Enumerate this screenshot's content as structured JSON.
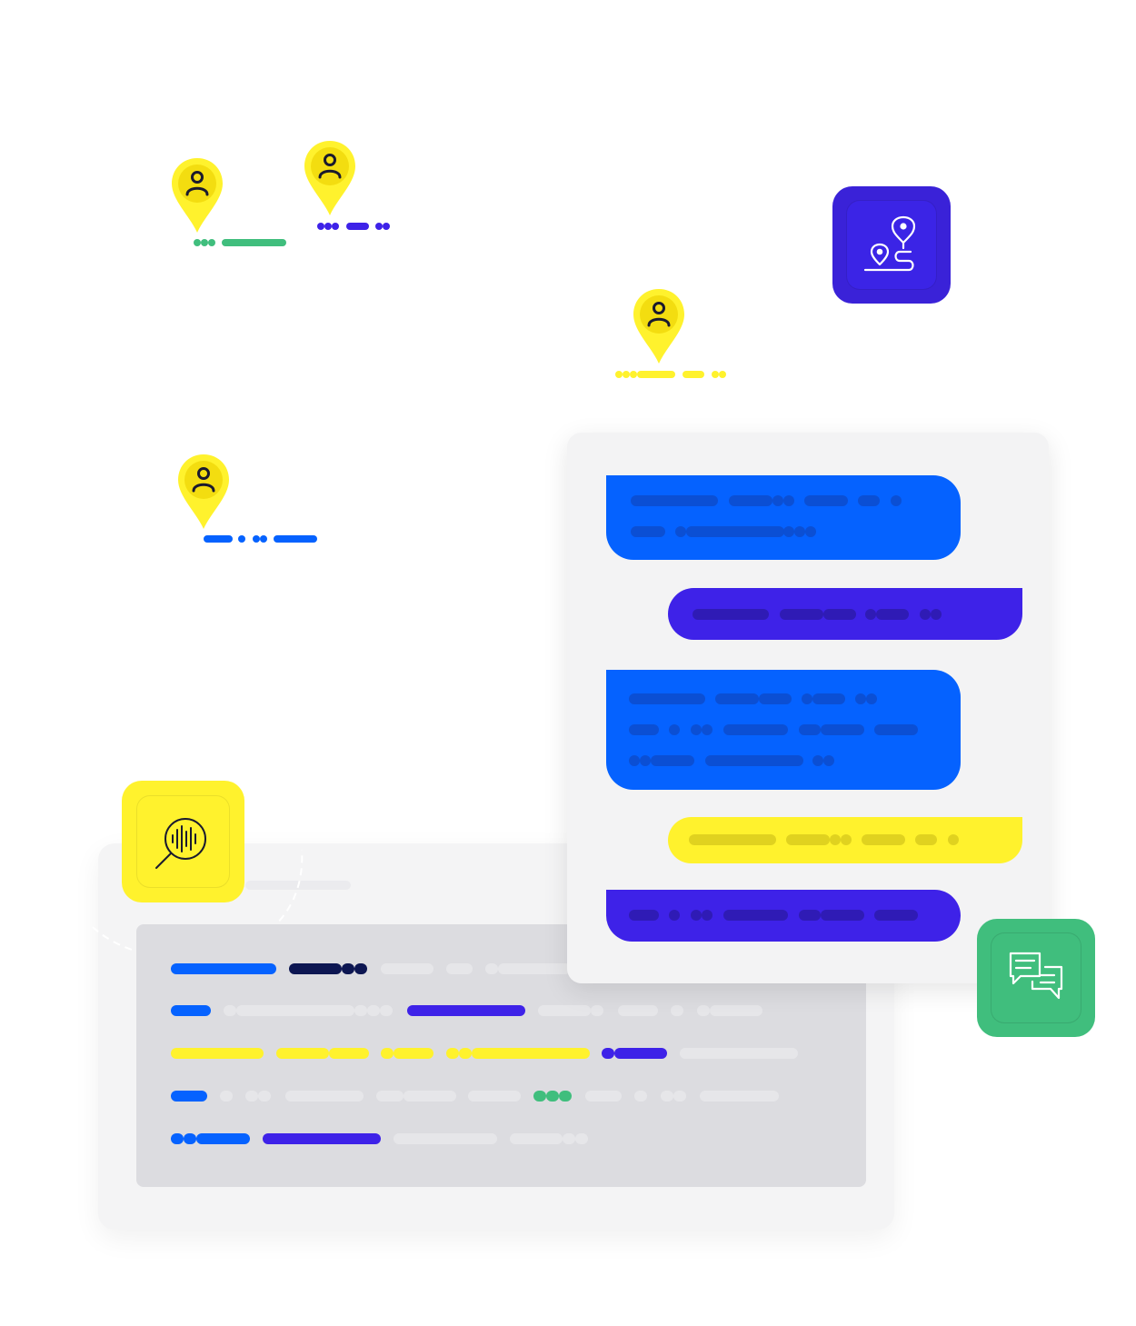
{
  "colors": {
    "pin_yellow": "#fff22d",
    "pin_inner": "#f3dd10",
    "person_icon": "#1a1a2e",
    "blue": "#0562ff",
    "indigo": "#3e22e8",
    "green": "#40be7d",
    "navy": "#0d1652",
    "gray_line": "#e6e6e9",
    "tile_indigo": "#3a22d8",
    "tile_indigo_inner": "#3b24e6",
    "tile_yellow": "#fff22d",
    "tile_green": "#40be7d",
    "chat_panel": "#f3f3f4",
    "inner_panel": "#dcdce0"
  },
  "icons": {
    "pins": "person-pin-icon",
    "route_tile": "route-map-icon",
    "voice_tile": "voice-search-icon",
    "chat_tile": "chat-bubbles-icon"
  },
  "pins": [
    {
      "name": "person-pin-1",
      "accent": "green"
    },
    {
      "name": "person-pin-2",
      "accent": "indigo"
    },
    {
      "name": "person-pin-3",
      "accent": "yellow"
    },
    {
      "name": "person-pin-4",
      "accent": "blue"
    }
  ],
  "chat_bubbles": [
    {
      "side": "left",
      "color": "blue",
      "lines": 2
    },
    {
      "side": "right",
      "color": "indigo",
      "lines": 1
    },
    {
      "side": "left",
      "color": "blue",
      "lines": 3
    },
    {
      "side": "right",
      "color": "yellow",
      "lines": 1
    },
    {
      "side": "left",
      "color": "indigo",
      "lines": 1
    }
  ],
  "transcript_rows": 5
}
